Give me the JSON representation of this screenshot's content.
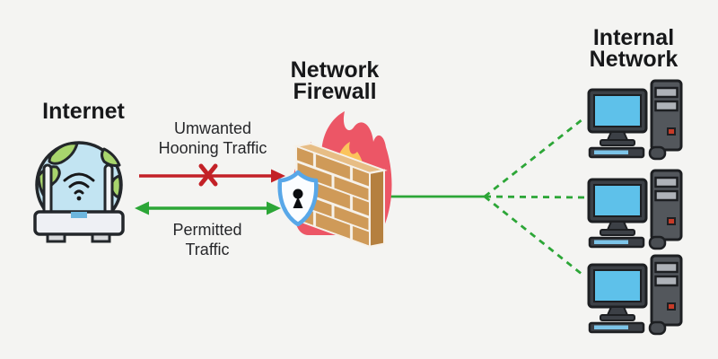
{
  "diagram": {
    "type": "network-firewall-diagram",
    "colors": {
      "background": "#f4f4f2",
      "blocked_arrow": "#c32127",
      "permitted_arrow": "#2ca637",
      "connector_line": "#2ca637",
      "flame_outer": "#ec5666",
      "flame_inner": "#fbc45c",
      "brick": "#cf9a58",
      "brick_side": "#b5803f",
      "brick_top": "#e7bd85",
      "shield_border": "#58a7e8",
      "globe_water": "#c2e4f2",
      "globe_land": "#a8d56d",
      "screen_blue": "#5ec1ea",
      "text": "#17181a"
    },
    "nodes": {
      "internet": {
        "label": "Internet",
        "icon": "globe-router-icon"
      },
      "firewall": {
        "label_line1": "Network",
        "label_line2": "Firewall",
        "icon": "firewall-icon"
      },
      "internal_network": {
        "label_line1": "Internal",
        "label_line2": "Network",
        "icon": "desktop-computer-icon",
        "computer_count": 3
      }
    },
    "flows": {
      "blocked": {
        "label_line1": "Umwanted",
        "label_line2": "Hooning Traffic",
        "direction": "internet-to-firewall",
        "marker": "red-x"
      },
      "permitted": {
        "label_line1": "Permitted",
        "label_line2": "Traffic",
        "direction": "bidirectional"
      }
    },
    "connections": {
      "firewall_to_internal": {
        "style": "solid-then-dashed",
        "branches": 3
      }
    }
  }
}
